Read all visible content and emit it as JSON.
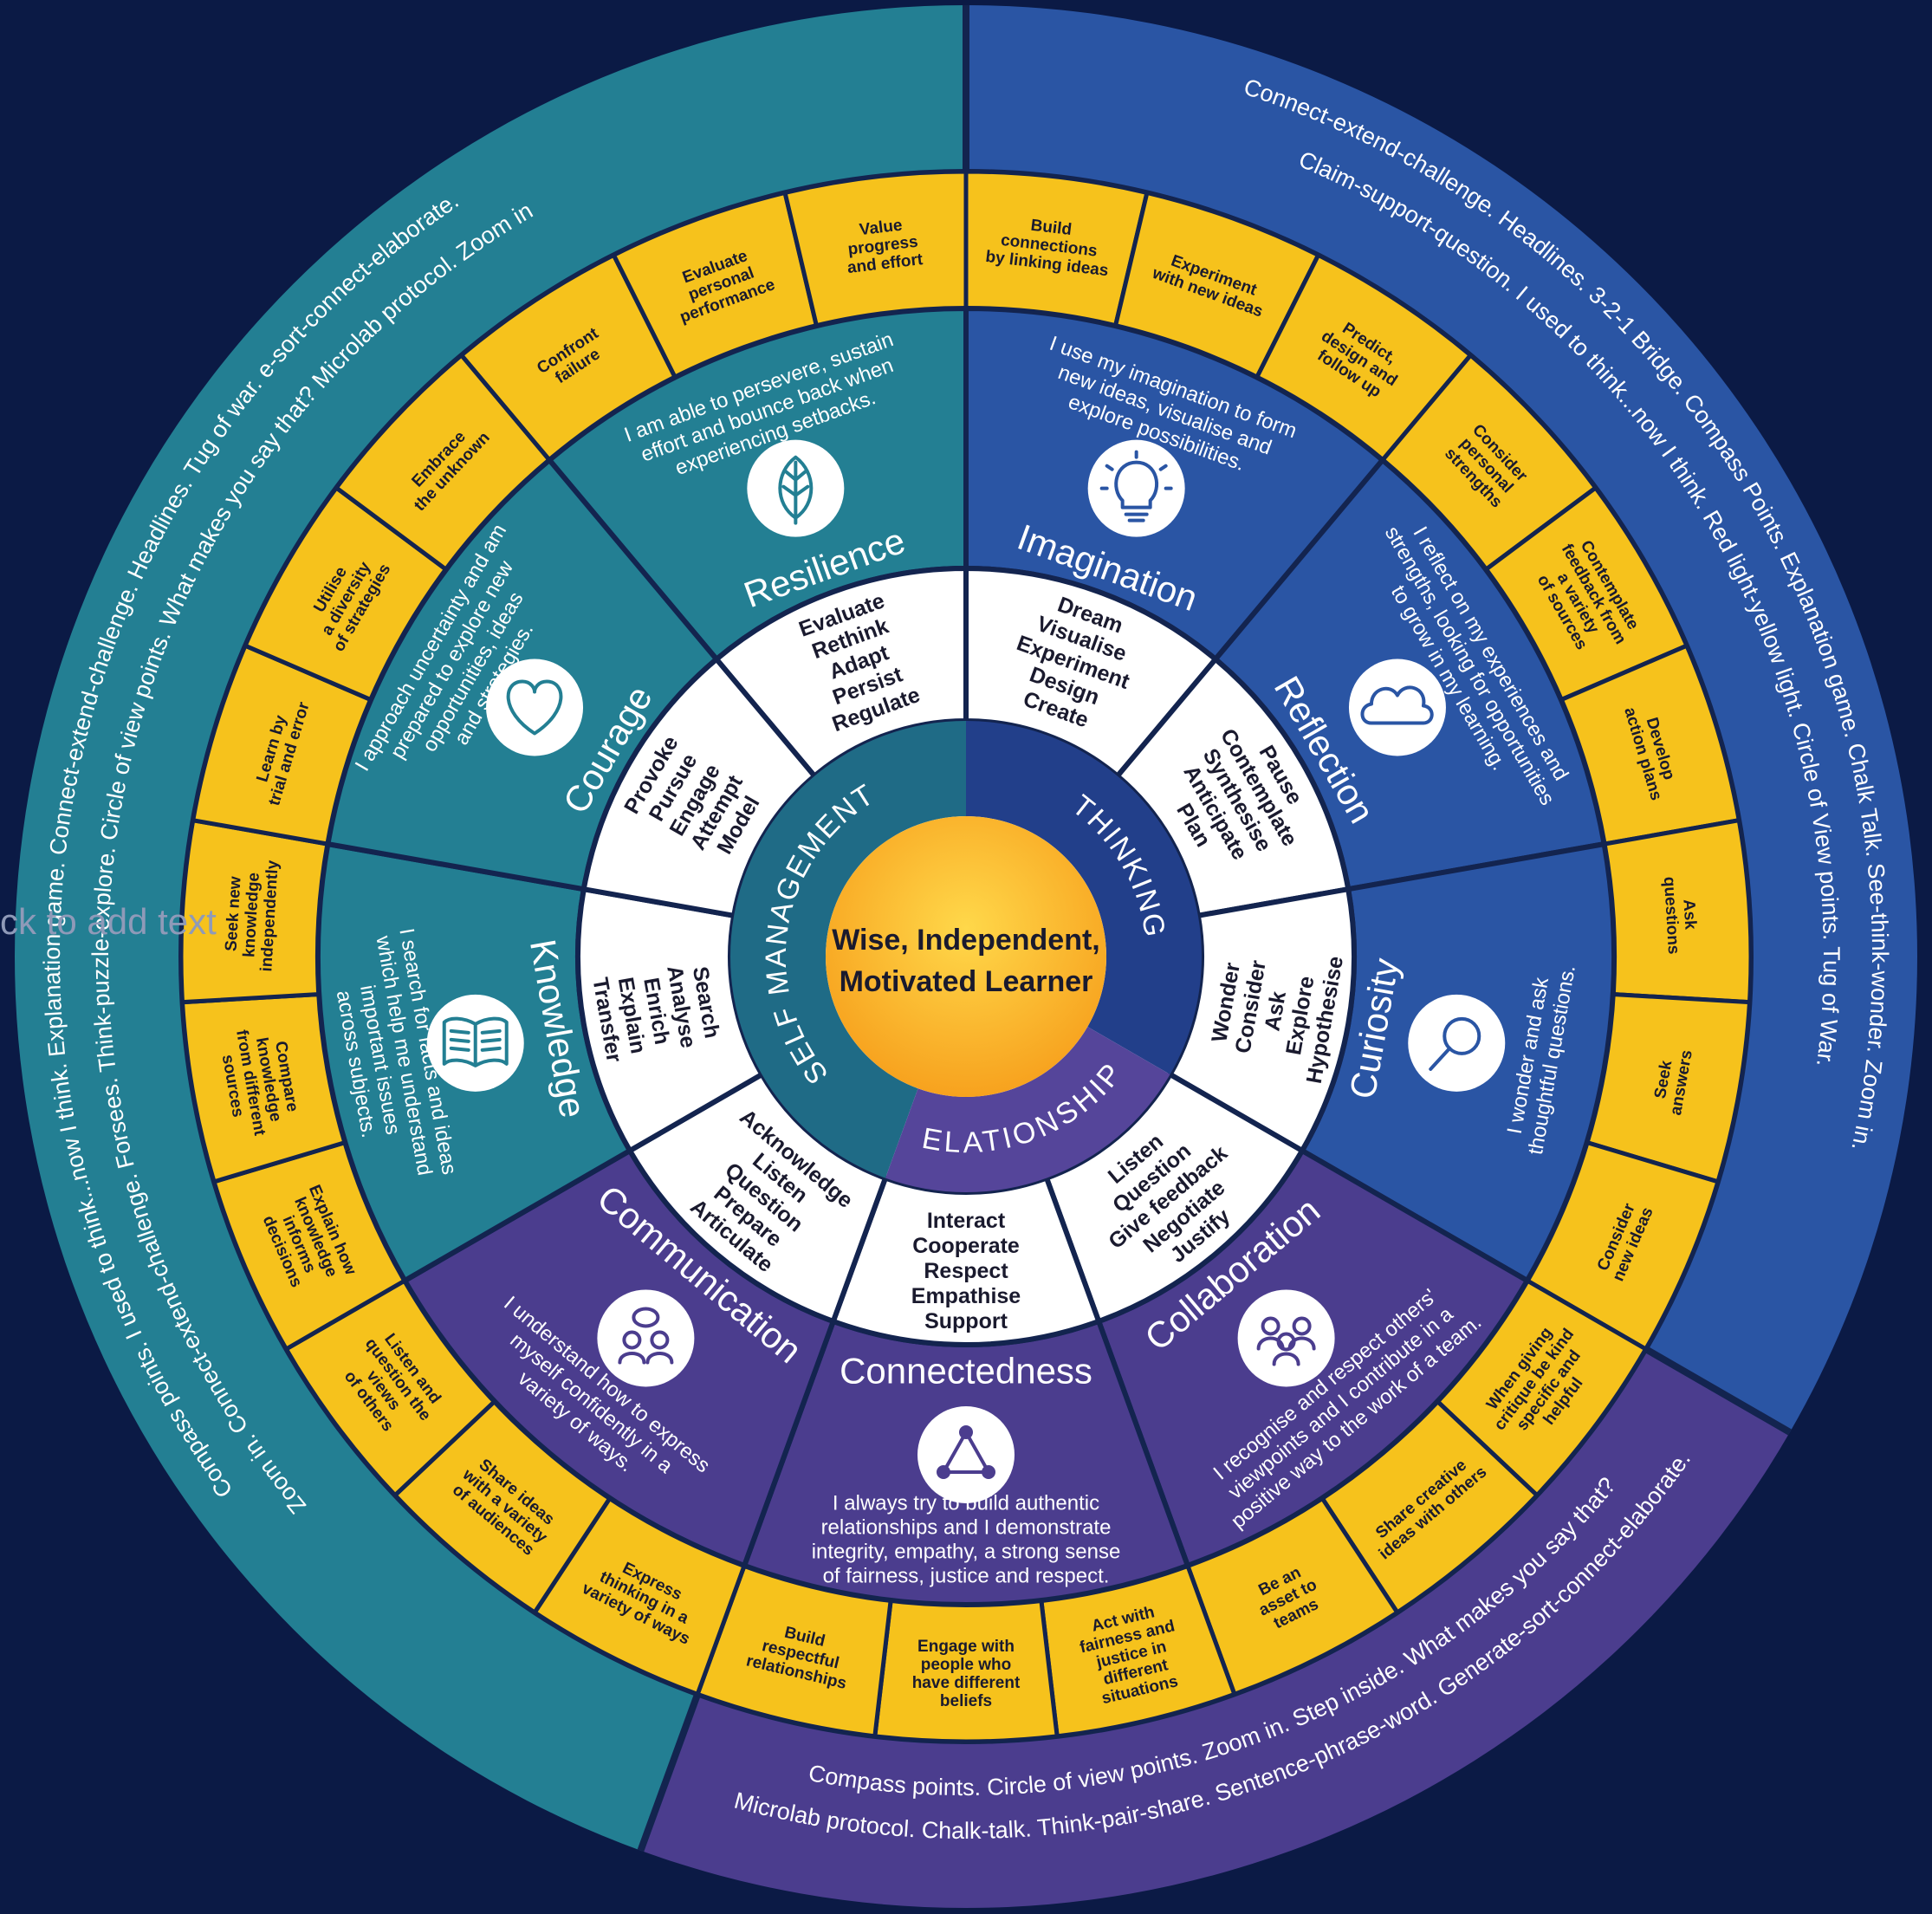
{
  "center": {
    "title_line1": "Wise, Independent,",
    "title_line2": "Motivated Learner"
  },
  "overlay_placeholder": "ck to add text",
  "groups": [
    {
      "key": "self-management",
      "label": "SELF MANAGEMENT",
      "color": "#237f93",
      "ring_color": "#1f6b86"
    },
    {
      "key": "thinking",
      "label": "THINKING",
      "color": "#2a55a4",
      "ring_color": "#223f8a"
    },
    {
      "key": "relationships",
      "label": "RELATIONSHIPS",
      "color": "#4b3d8e",
      "ring_color": "#55459a"
    }
  ],
  "outer_texts": {
    "self-management": {
      "line1": "Compass points. I used to think...now I think. Explanation game. Connect-extend-challenge. Headlines. Tug of war. e-sort-connect-elaborate.",
      "line2": "Zoom in. Connect-extend-challenge. Forsees. Think-puzzle-explore. Circle of view points. What makes you say that? Microlab protocol. Zoom in"
    },
    "thinking": {
      "line1": "Connect-extend-challenge. Headlines. 3-2-1 Bridge. Compass Points. Explanation game. Chalk Talk. See-think-wonder. Zoom in.",
      "line2": "Claim-support-question. I used to think...now I think. Red light-yellow light. Circle of View points. Tug of War."
    },
    "relationships": {
      "line1": "Microlab protocol. Chalk-talk. Think-pair-share. Sentence-phrase-word. Generate-sort-connect-elaborate.",
      "line2": "Compass points. Circle of view points. Zoom in. Step inside. What makes you say that?"
    }
  },
  "segments": [
    {
      "name": "Resilience",
      "group": "self-management",
      "icon": "leaf-icon",
      "description": [
        "I am able to persevere, sustain",
        "effort and bounce back when",
        "experiencing setbacks."
      ],
      "verbs": [
        "Evaluate",
        "Rethink",
        "Adapt",
        "Persist",
        "Regulate"
      ],
      "actions": [
        [
          "Confront",
          "failure"
        ],
        [
          "Evaluate",
          "personal",
          "performance"
        ],
        [
          "Value",
          "progress",
          "and effort"
        ]
      ]
    },
    {
      "name": "Imagination",
      "group": "thinking",
      "icon": "lightbulb-icon",
      "description": [
        "I use my imagination to form",
        "new ideas, visualise and",
        "explore possibilities."
      ],
      "verbs": [
        "Dream",
        "Visualise",
        "Experiment",
        "Design",
        "Create"
      ],
      "actions": [
        [
          "Build",
          "connections",
          "by linking ideas"
        ],
        [
          "Experiment",
          "with new ideas"
        ],
        [
          "Predict,",
          "design and",
          "follow up"
        ]
      ]
    },
    {
      "name": "Reflection",
      "group": "thinking",
      "icon": "cloud-icon",
      "description": [
        "I reflect on my experiences and",
        "strengths, looking for opportunities",
        "to grow in my learning."
      ],
      "verbs": [
        "Pause",
        "Contemplate",
        "Synthesise",
        "Anticipate",
        "Plan"
      ],
      "actions": [
        [
          "Consider",
          "personal",
          "strengths"
        ],
        [
          "Contemplate",
          "feedback from",
          "a variety",
          "of sources"
        ],
        [
          "Develop",
          "action plans"
        ]
      ]
    },
    {
      "name": "Curiosity",
      "group": "thinking",
      "icon": "magnifier-icon",
      "description": [
        "I wonder and ask",
        "thoughtful questions."
      ],
      "verbs": [
        "Wonder",
        "Consider",
        "Ask",
        "Explore",
        "Hypothesise"
      ],
      "actions": [
        [
          "Ask",
          "questions"
        ],
        [
          "Seek",
          "answers"
        ],
        [
          "Consider",
          "new ideas"
        ]
      ]
    },
    {
      "name": "Collaboration",
      "group": "relationships",
      "icon": "group-icon",
      "description": [
        "I recognise and respect others'",
        "viewpoints and I contribute in a",
        "positive way to the work of a team."
      ],
      "verbs": [
        "Listen",
        "Question",
        "Give feedback",
        "Negotiate",
        "Justify"
      ],
      "actions": [
        [
          "When giving",
          "critique be kind",
          "specific and",
          "helpful"
        ],
        [
          "Share creative",
          "ideas with others"
        ],
        [
          "Be an",
          "asset to",
          "teams"
        ]
      ]
    },
    {
      "name": "Connectedness",
      "group": "relationships",
      "icon": "network-icon",
      "description": [
        "I always try to build authentic",
        "relationships and I demonstrate",
        "integrity, empathy, a strong sense",
        "of fairness, justice and respect."
      ],
      "verbs": [
        "Interact",
        "Cooperate",
        "Respect",
        "Empathise",
        "Support"
      ],
      "actions": [
        [
          "Act with",
          "fairness and",
          "justice in",
          "different",
          "situations"
        ],
        [
          "Engage with",
          "people who",
          "have different",
          "beliefs"
        ],
        [
          "Build",
          "respectful",
          "relationships"
        ]
      ]
    },
    {
      "name": "Communication",
      "group": "relationships",
      "icon": "conversation-icon",
      "description": [
        "I understand how to express",
        "myself confidently in a",
        "variety of ways."
      ],
      "verbs": [
        "Acknowledge",
        "Listen",
        "Question",
        "Prepare",
        "Articulate"
      ],
      "actions": [
        [
          "Express",
          "thinking in a",
          "variety of ways"
        ],
        [
          "Share ideas",
          "with a variety",
          "of audiences"
        ],
        [
          "Listen and",
          "question the",
          "views",
          "of others"
        ]
      ]
    },
    {
      "name": "Knowledge",
      "group": "self-management",
      "icon": "book-icon",
      "description": [
        "I search for facts and ideas",
        "which help me understand",
        "important issues",
        "across subjects."
      ],
      "verbs": [
        "Search",
        "Analyse",
        "Enrich",
        "Explain",
        "Transfer"
      ],
      "actions": [
        [
          "Explain how",
          "knowledge",
          "informs",
          "decisions"
        ],
        [
          "Compare",
          "knowledge",
          "from different",
          "sources"
        ],
        [
          "Seek new",
          "knowledge",
          "independently"
        ]
      ]
    },
    {
      "name": "Courage",
      "group": "self-management",
      "icon": "heart-icon",
      "description": [
        "I approach uncertainty and am",
        "prepared to explore new",
        "opportunities, ideas",
        "and strategies."
      ],
      "verbs": [
        "Provoke",
        "Pursue",
        "Engage",
        "Attempt",
        "Model"
      ],
      "actions": [
        [
          "Learn by",
          "trial and error"
        ],
        [
          "Utilise",
          "a diversity",
          "of strategies"
        ],
        [
          "Embrace",
          "the unknown"
        ]
      ]
    }
  ],
  "colors": {
    "background": "#0b1a45",
    "gold": "#f6c21c",
    "white": "#ffffff",
    "divider": "#13244f",
    "center_inner": "#ffd84a",
    "center_outer": "#f7a21e"
  }
}
